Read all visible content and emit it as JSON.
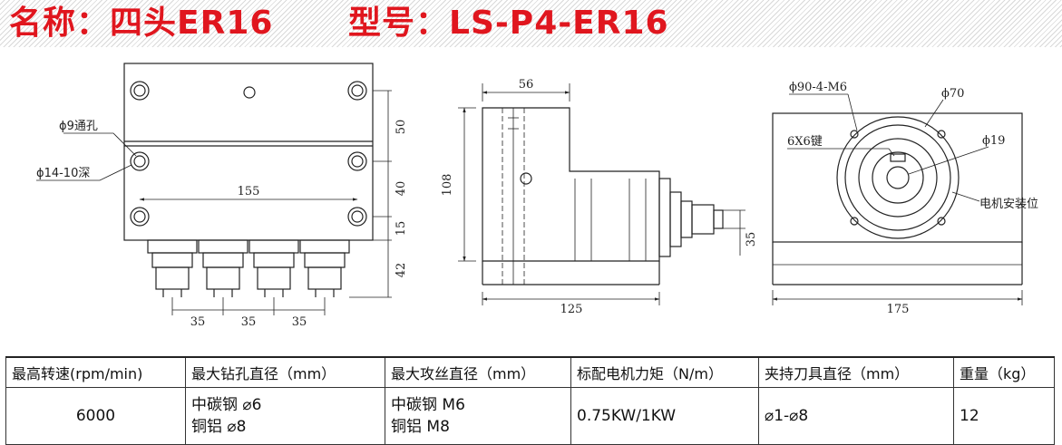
{
  "header": {
    "name_label": "名称：四头ER16",
    "model_label": "型号：LS-P4-ER16"
  },
  "front_view": {
    "hole_through": "ϕ9通孔",
    "hole_deep": "ϕ14-10深",
    "dim_width": "155",
    "dim_v1": "50",
    "dim_v2": "40",
    "dim_v3": "15",
    "dim_collet": "42",
    "dim_pitch": [
      "35",
      "35",
      "35"
    ]
  },
  "side_view": {
    "dim_top": "56",
    "dim_height": "108",
    "dim_length": "125",
    "dim_collet_dia": "35"
  },
  "end_view": {
    "bolt_circle": "ϕ90-4-M6",
    "outer_dia": "ϕ70",
    "key": "6X6键",
    "shaft_dia": "ϕ19",
    "motor_mount": "电机安装位",
    "dim_width": "175"
  },
  "spec_table": {
    "headers": [
      "最高转速(rpm/min)",
      "最大钻孔直径（mm）",
      "最大攻丝直径（mm）",
      "标配电机力矩（N/m）",
      "夹持刀具直径（mm）",
      "重量（kg）"
    ],
    "speed": "6000",
    "drill_line1": "中碳钢 ⌀6",
    "drill_line2": "铜铝 ⌀8",
    "tap_line1": "中碳钢 M6",
    "tap_line2": "铜铝 M8",
    "motor": "0.75KW/1KW",
    "tool_dia": "⌀1-⌀8",
    "weight": "12"
  }
}
